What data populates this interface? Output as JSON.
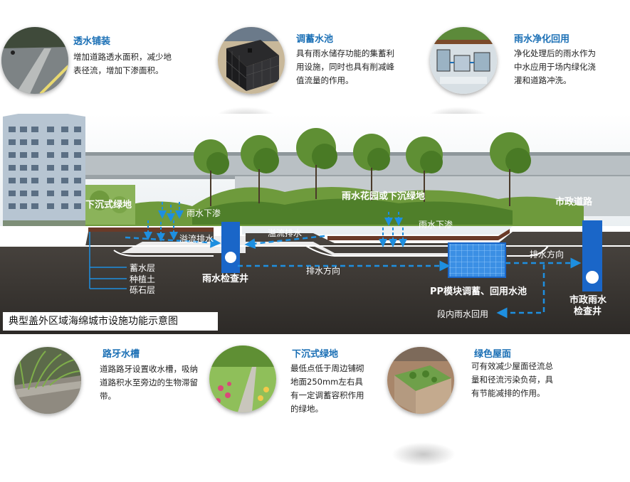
{
  "top_features": [
    {
      "title": "透水铺装",
      "desc": "增加道路透水面积，减少地表径流，增加下渗面积。",
      "image": "permeable-pavement-photo"
    },
    {
      "title": "调蓄水池",
      "desc": "具有雨水储存功能的集蓄利用设施，同时也具有削减峰值流量的作用。",
      "image": "storage-tank-photo"
    },
    {
      "title": "雨水净化回用",
      "desc": "净化处理后的雨水作为中水应用于场内绿化浇灌和道路冲洗。",
      "image": "purification-diagram-photo"
    }
  ],
  "bottom_features": [
    {
      "title": "路牙水槽",
      "desc": "道路路牙设置收水槽，吸纳道路积水至旁边的生物滞留带。",
      "image": "curb-channel-photo"
    },
    {
      "title": "下沉式绿地",
      "desc": "最低点低于周边铺砌地面250mm左右具有一定调蓄容积作用的绿地。",
      "image": "sunken-green-photo"
    },
    {
      "title": "绿色屋面",
      "desc": "可有效减少屋面径流总量和径流污染负荷，具有节能减排的作用。",
      "image": "green-roof-photo"
    }
  ],
  "diagram": {
    "labels": {
      "sunken_green_left": "下沉式绿地",
      "rain_infiltration_left": "雨水下渗",
      "overflow_left": "溢流排水",
      "overflow_mid": "溢流排水",
      "rain_garden": "雨水花园或下沉绿地",
      "rain_infiltration_right": "雨水下渗",
      "municipal_road": "市政道路",
      "drain_direction_mid": "排水方向",
      "drain_direction_right": "排水方向",
      "inspection_well": "雨水检查井",
      "pp_module": "PP模块调蓄、回用水池",
      "municipal_well_line1": "市政雨水",
      "municipal_well_line2": "检查井",
      "reuse": "段内雨水回用"
    },
    "layers": [
      "蓄水层",
      "种植土",
      "砾石层"
    ],
    "colors": {
      "water_blue": "#1e8fe0",
      "label_white": "#ffffff",
      "soil_dark": "#3a3632",
      "title_blue": "#1a6fb5"
    }
  },
  "caption": "典型盖外区域海绵城市设施功能示意图"
}
